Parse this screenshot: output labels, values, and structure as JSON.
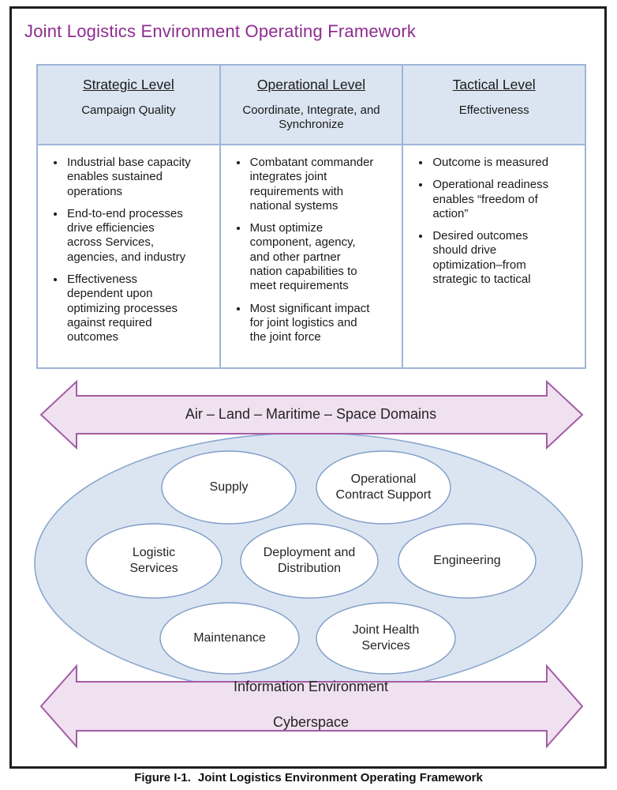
{
  "title": "Joint Logistics Environment Operating Framework",
  "levels_table": {
    "columns": [
      {
        "title": "Strategic Level",
        "subtitle": "Campaign Quality",
        "bullets": [
          "Industrial base capacity\nenables sustained\noperations",
          "End-to-end processes\ndrive efficiencies\nacross Services,\nagencies, and industry",
          "Effectiveness\ndependent upon\noptimizing processes\nagainst required\noutcomes"
        ]
      },
      {
        "title": "Operational Level",
        "subtitle": "Coordinate, Integrate, and\nSynchronize",
        "bullets": [
          "Combatant commander\nintegrates joint\nrequirements with\nnational systems",
          "Must optimize\ncomponent, agency,\nand other partner\nnation capabilities to\nmeet requirements",
          "Most significant impact\nfor joint logistics and\nthe joint force"
        ]
      },
      {
        "title": "Tactical Level",
        "subtitle": "Effectiveness",
        "bullets": [
          "Outcome is measured",
          "Operational readiness\nenables “freedom of\naction”",
          "Desired outcomes\nshould drive\noptimization–from\nstrategic to tactical"
        ]
      }
    ]
  },
  "domains_banner": {
    "label": "Air – Land – Maritime – Space Domains"
  },
  "environment_ellipse": {
    "capabilities": [
      "Supply",
      "Operational\nContract Support",
      "Logistic\nServices",
      "Deployment and\nDistribution",
      "Engineering",
      "Maintenance",
      "Joint Health\nServices"
    ]
  },
  "info_banner": {
    "line1": "Information Environment",
    "line2": "Cyberspace"
  },
  "caption": {
    "label": "Figure I-1.",
    "text": "Joint Logistics Environment Operating Framework"
  },
  "colors": {
    "title_text": "#8E2C90",
    "banner_fill": "#F0E1F0",
    "banner_stroke": "#A45CA4",
    "environment_fill": "#DBE5F2",
    "environment_stroke": "#8AA7CE",
    "capability_fill": "#FFFFFF",
    "capability_stroke": "#7E9CC7",
    "table_border": "#9DB5D8",
    "table_header_fill": "#DBE5F1",
    "frame_border": "#1F1F1F",
    "body_text": "#1A1A1A"
  }
}
